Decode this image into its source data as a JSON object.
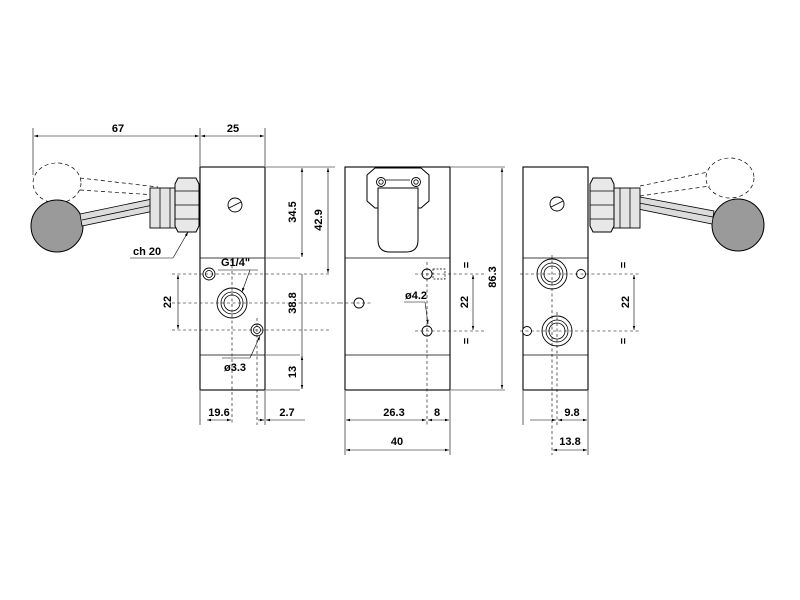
{
  "dimensions": {
    "handle_reach": "67",
    "body_width": "25",
    "upper_height": "34.5",
    "upper_total": "42.9",
    "nut_size": "ch 20",
    "port_thread": "G1/4\"",
    "port_spacing_left": "22",
    "port_center_height": "38.8",
    "mount_hole": "ø3.3",
    "base_height": "13",
    "port_offset": "19.6",
    "hole_offset": "2.7",
    "pilot_hole": "ø4.2",
    "port_spacing_mid": "22",
    "overall_height": "86.3",
    "mid_offset": "26.3",
    "mid_small": "8",
    "mid_width": "40",
    "port_spacing_right": "22",
    "right_offset": "9.8",
    "right_width": "13.8",
    "equal_mark": "="
  }
}
